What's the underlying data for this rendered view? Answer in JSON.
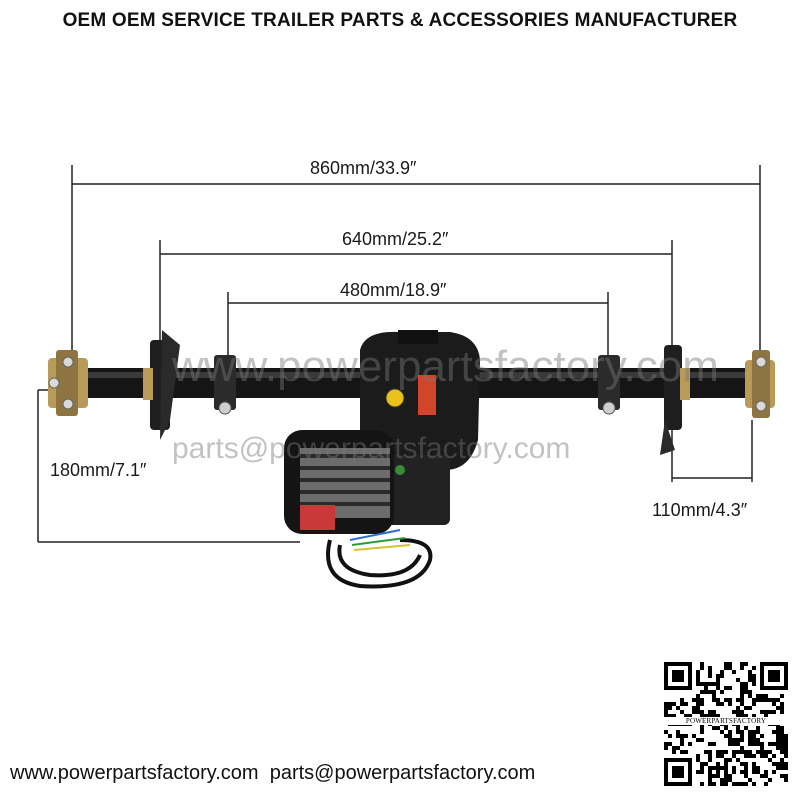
{
  "header": {
    "title": "OEM OEM SERVICE TRAILER PARTS & ACCESSORIES MANUFACTURER"
  },
  "dimensions": {
    "overall_length": "860mm/33.9″",
    "hub_to_hub": "640mm/25.2″",
    "mount_spacing": "480mm/18.9″",
    "motor_drop": "180mm/7.1″",
    "hub_width": "110mm/4.3″"
  },
  "watermark": {
    "site": "www.powerpartsfactory.com",
    "email": "parts@powerpartsfactory.com"
  },
  "footer": {
    "website": "www.powerpartsfactory.com",
    "email": "parts@powerpartsfactory.com"
  },
  "qr": {
    "label": "POWERPARTSFACTORY",
    "icon": "qr-code-icon"
  },
  "product": {
    "icon": "electric-rear-axle-motor-icon"
  }
}
